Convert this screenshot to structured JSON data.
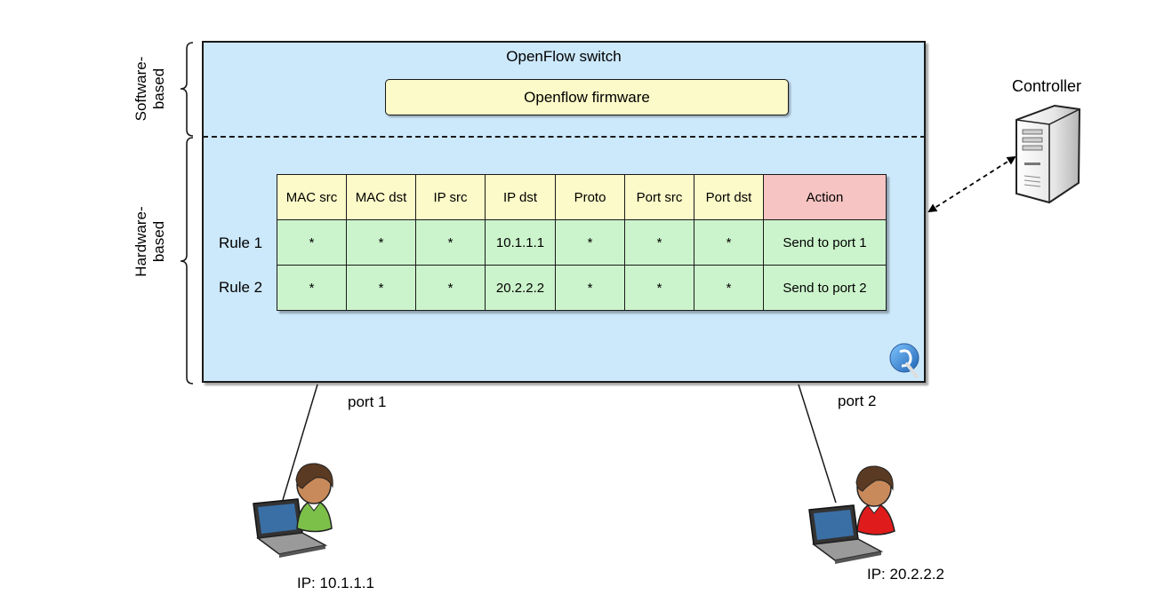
{
  "switch": {
    "title": "OpenFlow switch",
    "firmware": "Openflow firmware"
  },
  "layers": {
    "software": [
      "Software-",
      "based"
    ],
    "hardware": [
      "Hardware-",
      "based"
    ]
  },
  "table": {
    "headers": [
      "MAC src",
      "MAC dst",
      "IP src",
      "IP dst",
      "Proto",
      "Port src",
      "Port dst",
      "Action"
    ],
    "rules": [
      {
        "label": "Rule 1",
        "cells": [
          "*",
          "*",
          "*",
          "10.1.1.1",
          "*",
          "*",
          "*",
          "Send to port 1"
        ]
      },
      {
        "label": "Rule 2",
        "cells": [
          "*",
          "*",
          "*",
          "20.2.2.2",
          "*",
          "*",
          "*",
          "Send to port 2"
        ]
      }
    ]
  },
  "ports": {
    "port1": "port 1",
    "port2": "port 2"
  },
  "hosts": {
    "host1_ip": "IP: 10.1.1.1",
    "host2_ip": "IP: 20.2.2.2"
  },
  "controller": {
    "label": "Controller"
  },
  "colors": {
    "switch_bg": "#cce8fb",
    "firmware_bg": "#fbfac8",
    "header_bg": "#fbfac8",
    "action_header_bg": "#f6c4c3",
    "rule_bg": "#ccf4cc",
    "host1_shirt": "#7cc04a",
    "host2_shirt": "#e01b1b"
  },
  "icons": [
    "server-tower-icon",
    "person-icon",
    "laptop-icon",
    "logo-icon"
  ]
}
